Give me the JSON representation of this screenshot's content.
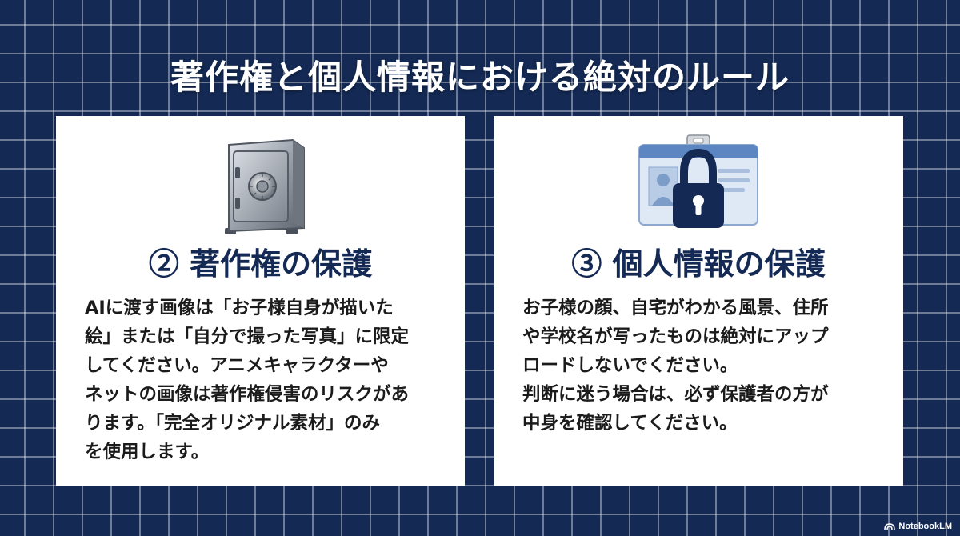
{
  "slide": {
    "title": "著作権と個人情報における絶対のルール"
  },
  "cards": [
    {
      "icon": "safe-icon",
      "heading": "② 著作権の保護",
      "body": "AIに渡す画像は「お子様自身が描いた\n絵」または「自分で撮った写真」に限定\nしてください。アニメキャラクターや\nネットの画像は著作権侵害のリスクがあ\nります。「完全オリジナル素材」のみ\nを使用します。"
    },
    {
      "icon": "id-card-lock-icon",
      "heading": "③ 個人情報の保護",
      "body": "お子様の顔、自宅がわかる風景、住所\nや学校名が写ったものは絶対にアップ\nロードしないでください。\n判断に迷う場合は、必ず保護者の方が\n中身を確認してください。"
    }
  ],
  "watermark": {
    "icon": "notebooklm-logo-icon",
    "label": "NotebookLM"
  },
  "colors": {
    "background": "#142a55",
    "grid_lines": "#5a6d95",
    "card_background": "#ffffff",
    "heading": "#142a55",
    "body_text": "#1b1b1b"
  }
}
